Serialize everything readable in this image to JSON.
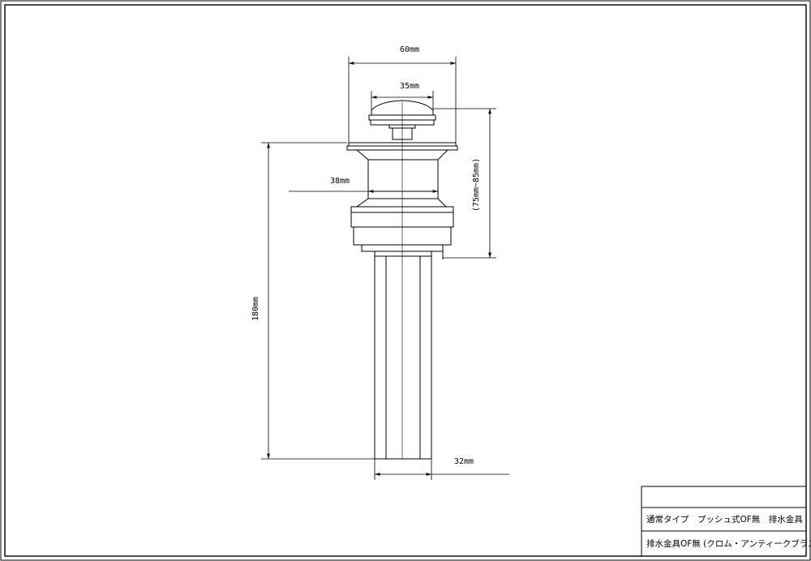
{
  "dimensions": {
    "top_width": "60mm",
    "cap_width": "35mm",
    "body_width": "38mm",
    "total_height": "180mm",
    "adjust_range": "(75mm~85mm)",
    "pipe_width": "32mm"
  },
  "title_block": {
    "line1": "通常タイプ　プッシュ式OF無　排水金具",
    "line2": "排水金具OF無 (クロム・アンティークブラス)"
  }
}
